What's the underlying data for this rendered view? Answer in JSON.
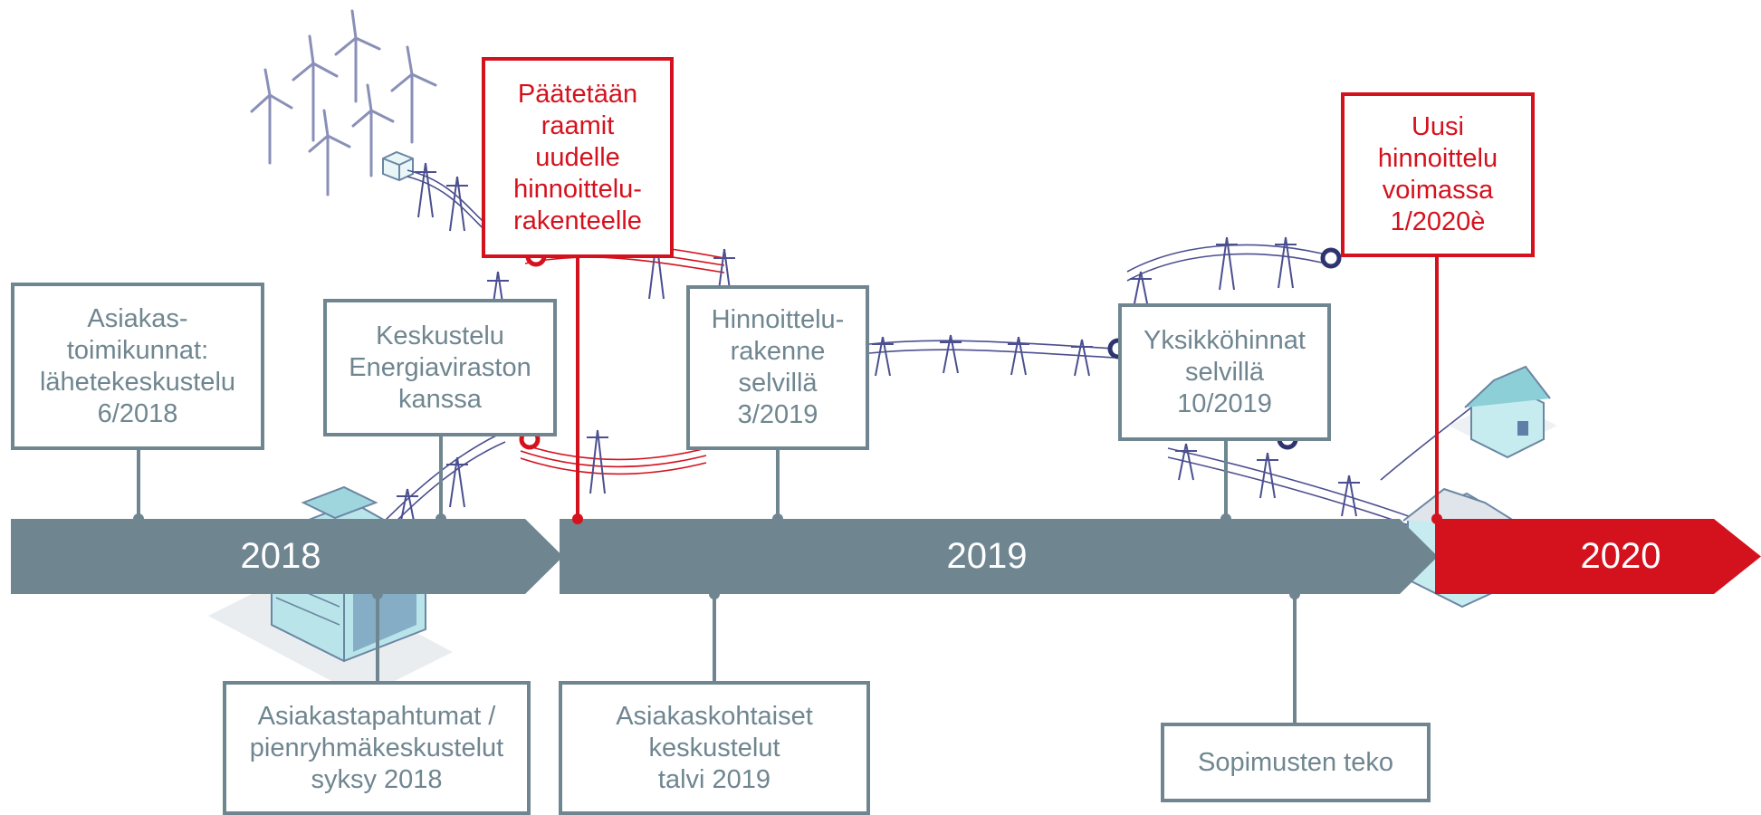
{
  "colors": {
    "slate": "#6f8690",
    "red": "#d4121e",
    "line_blue": "#4b4f8f",
    "building": "#a6dde3"
  },
  "timeline": {
    "years": [
      {
        "label": "2018",
        "color": "slate"
      },
      {
        "label": "2019",
        "color": "slate"
      },
      {
        "label": "2020",
        "color": "red"
      }
    ]
  },
  "milestones": {
    "asiakastoimikunnat": "Asiakas-\ntoimikunnat:\nlähetekeskustelu\n6/2018",
    "keskustelu": "Keskustelu\nEnergiaviraston\nkanssa",
    "paatetaan": "Päätetään\nraamit\nuudelle\nhinnoittelu-\nrakenteelle",
    "hinnoittelurakenne": "Hinnoittelu-\nrakenne\nselvillä\n3/2019",
    "yksikkohinnat": "Yksikköhinnat\nselvillä\n10/2019",
    "uusi_hinnoittelu": "Uusi\nhinnoittelu\nvoimassa\n1/2020è",
    "asiakastapahtumat": "Asiakastapahtumat /\npienryhmäkeskustelut\nsyksy 2018",
    "asiakaskohtaiset": "Asiakaskohtaiset\nkeskustelut\ntalvi 2019",
    "sopimusten_teko": "Sopimusten teko"
  },
  "illustration": {
    "icons": [
      "wind-turbine-icon",
      "power-pylon-icon",
      "transformer-icon",
      "factory-icon",
      "house-icon",
      "farm-icon"
    ]
  }
}
